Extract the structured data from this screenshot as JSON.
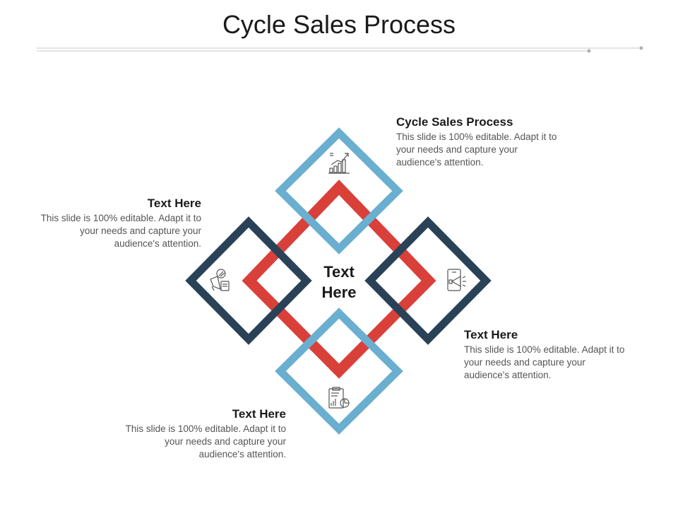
{
  "title": "Cycle Sales Process",
  "center": {
    "line1": "Text",
    "line2": "Here"
  },
  "colors": {
    "red": "#d9403a",
    "light_blue": "#6aaed0",
    "dark_navy": "#2a4257",
    "icon": "#555555"
  },
  "blocks": [
    {
      "id": "top",
      "heading": "Cycle Sales Process",
      "lines": [
        "This slide is 100% editable. Adapt it to",
        "your needs and capture your",
        "audience's attention."
      ],
      "icon": "growth-chart-icon"
    },
    {
      "id": "left",
      "heading": "Text Here",
      "lines": [
        "This slide is 100% editable. Adapt it to",
        "your needs and capture your",
        "audience's attention."
      ],
      "icon": "marketing-megaphone-icon"
    },
    {
      "id": "right",
      "heading": "Text Here",
      "lines": [
        "This slide is 100% editable. Adapt it to",
        "your needs and capture your",
        "audience's attention."
      ],
      "icon": "mobile-promotion-icon"
    },
    {
      "id": "bottom",
      "heading": "Text Here",
      "lines": [
        "This slide is 100% editable. Adapt it to",
        "your needs and capture your",
        "audience's attention."
      ],
      "icon": "clipboard-report-icon"
    }
  ]
}
